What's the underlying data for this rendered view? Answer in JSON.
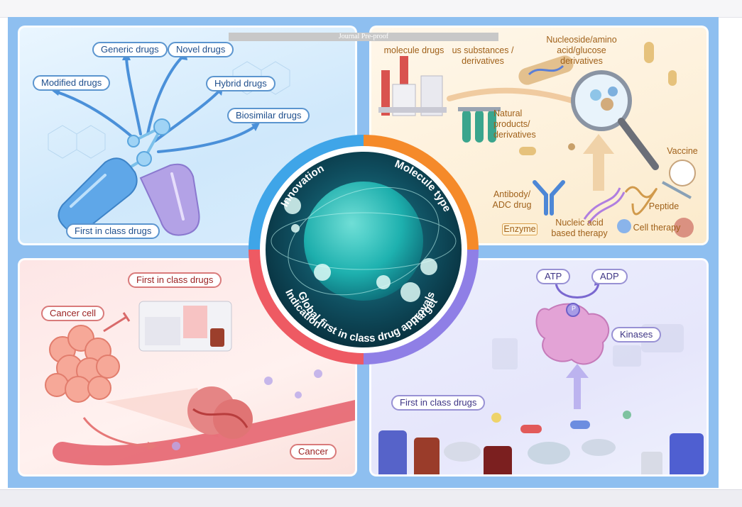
{
  "watermark": "Journal Pre-proof",
  "center": {
    "title": "Global first in class drug approvals",
    "sectors": [
      "Innovation",
      "Molecule type",
      "Indication",
      "Target"
    ]
  },
  "innovation": {
    "labels": [
      "Generic drugs",
      "Novel drugs",
      "Modified drugs",
      "Hybrid drugs",
      "Biosimilar drugs",
      "First in class drugs"
    ]
  },
  "molecule_type": {
    "small_molecule": "molecule drugs",
    "endogenous": "us substances / derivatives",
    "nucleoside": "Nucleoside/amino acid/glucose derivatives",
    "natural_line1": "Natural",
    "natural_line2": "products/",
    "natural_line3": "derivatives",
    "vaccine": "Vaccine",
    "antibody_line1": "Antibody/",
    "antibody_line2": "ADC drug",
    "enzyme": "Enzyme",
    "nucleic_line1": "Nucleic acid",
    "nucleic_line2": "based therapy",
    "peptide": "Peptide",
    "cell_therapy": "Cell therapy"
  },
  "indication": {
    "first_in_class": "First in class drugs",
    "cancer_cell": "Cancer cell",
    "cancer": "Cancer"
  },
  "target": {
    "atp": "ATP",
    "adp": "ADP",
    "p": "P",
    "kinases": "Kinases",
    "first_in_class": "First in class drugs"
  },
  "colors": {
    "innovation": "#3fa5e8",
    "molecule_type": "#f58a2a",
    "indication": "#ee5a63",
    "target": "#8f7fe6",
    "globe_dark": "#0c3a4a",
    "globe_light": "#2fd0c8"
  }
}
